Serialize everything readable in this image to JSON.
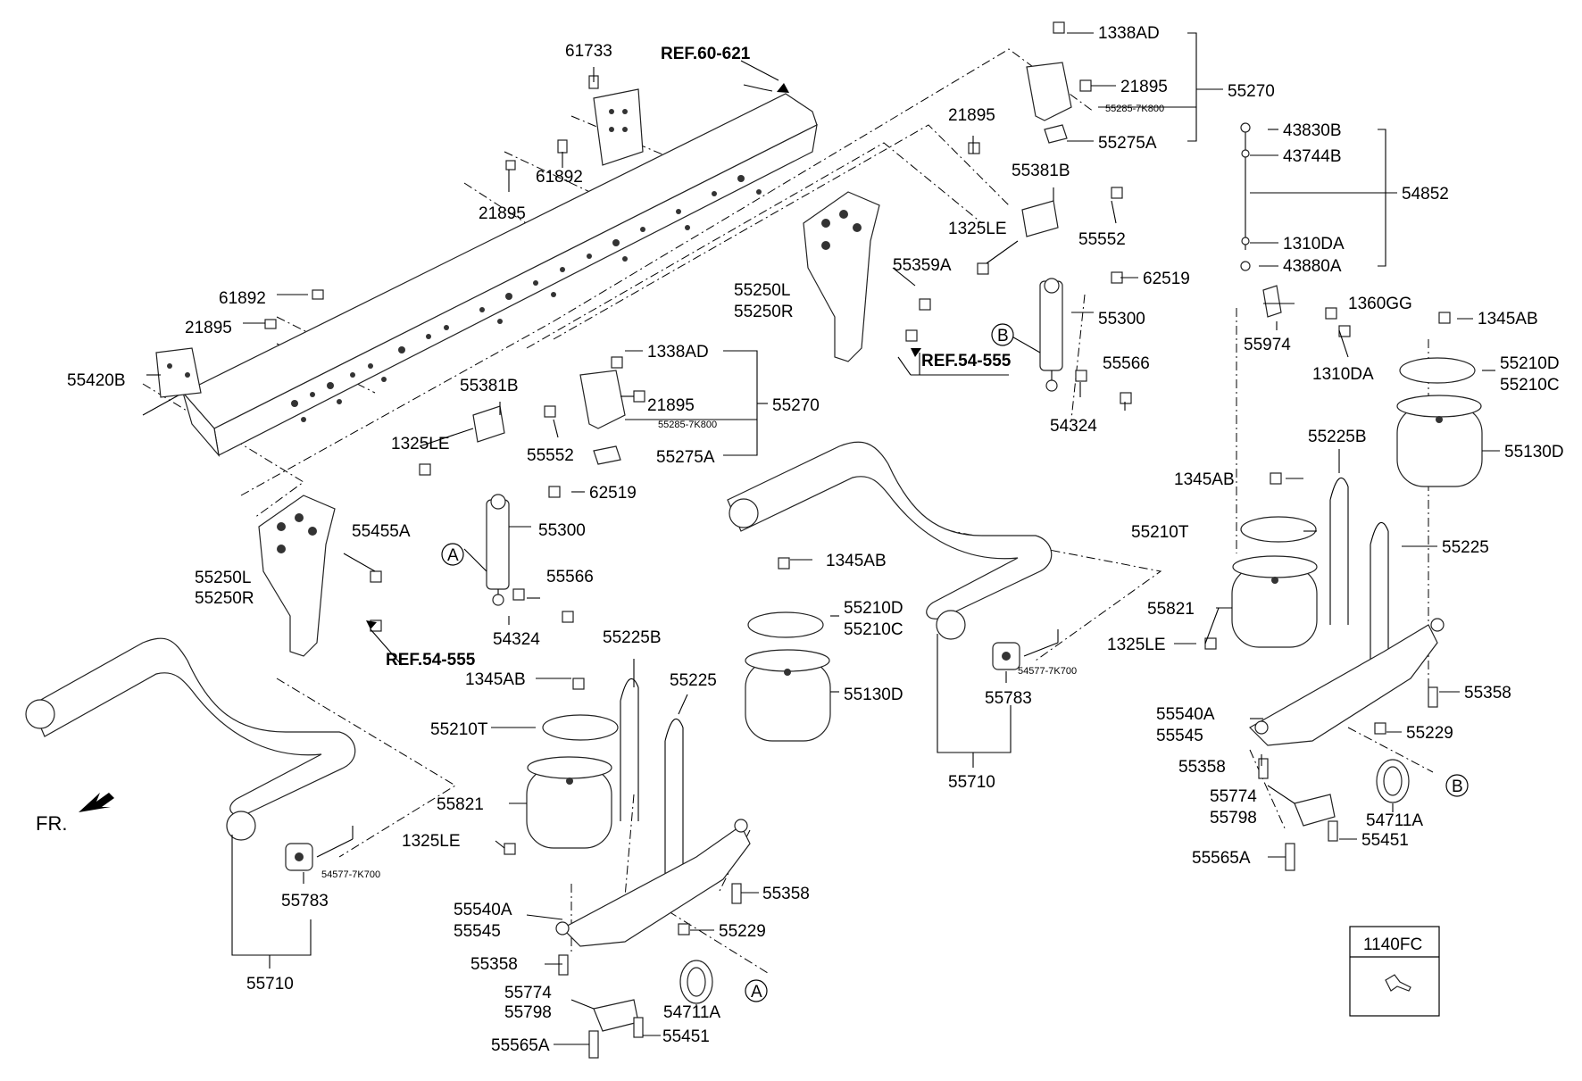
{
  "labels": {
    "ref_60_621": "REF.60-621",
    "ref_54_555_left": "REF.54-555",
    "ref_54_555_right": "REF.54-555",
    "fr": "FR.",
    "marker_a": "A",
    "marker_b": "B",
    "box_title": "1140FC",
    "p61733": "61733",
    "p61892_top": "61892",
    "p21895_top": "21895",
    "p61892_left": "61892",
    "p21895_left": "21895",
    "p55420b": "55420B",
    "p21895_mid": "21895",
    "p1338ad_top": "1338AD",
    "p21895_tr": "21895",
    "p55285_top": "55285-7K800",
    "p55270_top": "55270",
    "p55275a_top": "55275A",
    "p55381b_right": "55381B",
    "p1325le_right": "1325LE",
    "p55552_right": "55552",
    "p62519_right": "62519",
    "p55300_right": "55300",
    "p55566_right": "55566",
    "p54324_right": "54324",
    "p55250l_right": "55250L",
    "p55250r_right": "55250R",
    "p55359a": "55359A",
    "p43830b": "43830B",
    "p43744b": "43744B",
    "p54852": "54852",
    "p1310da_a": "1310DA",
    "p43880a": "43880A",
    "p1360gg": "1360GG",
    "p55974": "55974",
    "p1310da_b": "1310DA",
    "p1345ab_tr": "1345AB",
    "p55210d_r": "55210D",
    "p55210c_r": "55210C",
    "p55130d_r": "55130D",
    "p55225b_r": "55225B",
    "p1345ab_r": "1345AB",
    "p55210t_r": "55210T",
    "p55225_r": "55225",
    "p55821_r": "55821",
    "p1325le_r2": "1325LE",
    "p55358_r": "55358",
    "p55540a_r": "55540A",
    "p55545_r": "55545",
    "p55229_r": "55229",
    "p55358_r2": "55358",
    "p55774_r": "55774",
    "p55798_r": "55798",
    "p54711a_r": "54711A",
    "p55451_r": "55451",
    "p55565a_r": "55565A",
    "p1338ad_mid": "1338AD",
    "p21895_m2": "21895",
    "p55285_mid": "55285-7K800",
    "p55270_mid": "55270",
    "p55275a_mid": "55275A",
    "p55381b_left": "55381B",
    "p1325le_left": "1325LE",
    "p55552_left": "55552",
    "p62519_left": "62519",
    "p55300_left": "55300",
    "p55566_left": "55566",
    "p54324_left": "54324",
    "p55455a": "55455A",
    "p55250l_left": "55250L",
    "p55250r_left": "55250R",
    "p1345ab_mid": "1345AB",
    "p55210d_m": "55210D",
    "p55210c_m": "55210C",
    "p55130d_m": "55130D",
    "p55225b_m": "55225B",
    "p55225_m": "55225",
    "p1345ab_m2": "1345AB",
    "p55210t_m": "55210T",
    "p55821_m": "55821",
    "p1325le_m": "1325LE",
    "p55358_m": "55358",
    "p55540a_m": "55540A",
    "p55545_m": "55545",
    "p55229_m": "55229",
    "p55358_m2": "55358",
    "p55774_m": "55774",
    "p55798_m": "55798",
    "p54711a_m": "54711A",
    "p55565a_m": "55565A",
    "p55451_m": "55451",
    "p54577_right": "54577-7K700",
    "p55783_right": "55783",
    "p55710_right": "55710",
    "p54577_left": "54577-7K700",
    "p55783_left": "55783",
    "p55710_left": "55710"
  },
  "colors": {
    "line": "#000000",
    "part_fill": "#f2f2f2",
    "background": "#ffffff"
  }
}
